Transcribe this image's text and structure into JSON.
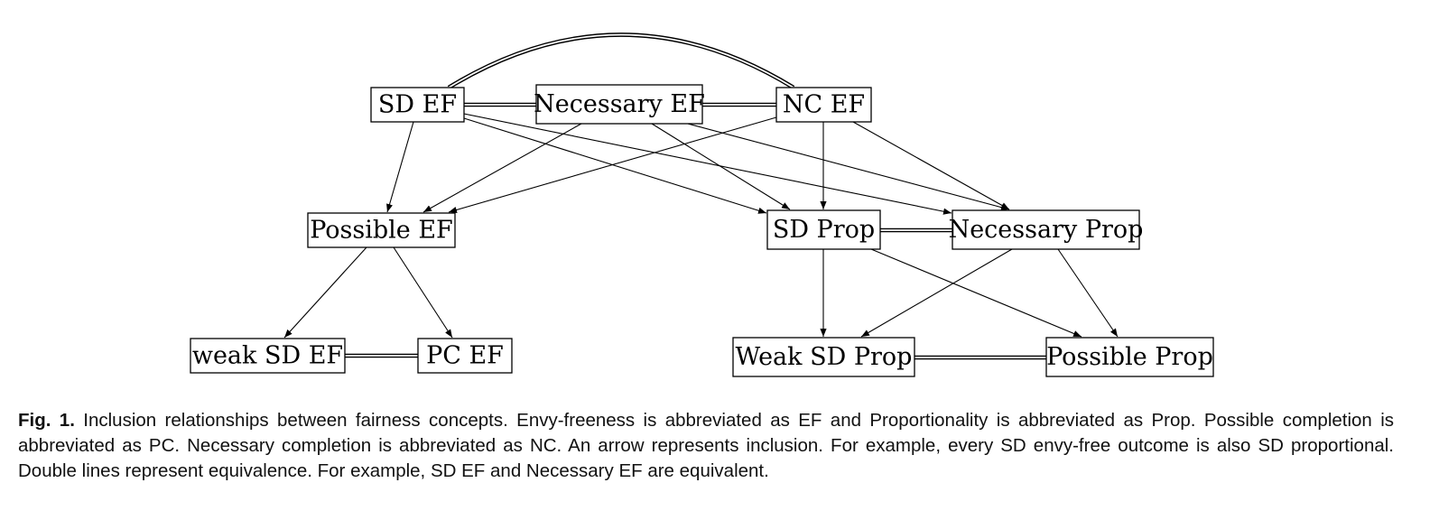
{
  "diagram": {
    "nodes": [
      {
        "id": "sd_ef",
        "label": "SD EF"
      },
      {
        "id": "nec_ef",
        "label": "Necessary EF"
      },
      {
        "id": "nc_ef",
        "label": "NC EF"
      },
      {
        "id": "pos_ef",
        "label": "Possible EF"
      },
      {
        "id": "sd_prop",
        "label": "SD Prop"
      },
      {
        "id": "nec_prop",
        "label": "Necessary Prop"
      },
      {
        "id": "weak_sd_ef",
        "label": "weak SD EF"
      },
      {
        "id": "pc_ef",
        "label": "PC EF"
      },
      {
        "id": "weak_sd_prop",
        "label": "Weak SD Prop"
      },
      {
        "id": "pos_prop",
        "label": "Possible Prop"
      }
    ],
    "arrows": [
      [
        "sd_ef",
        "pos_ef"
      ],
      [
        "sd_ef",
        "sd_prop"
      ],
      [
        "sd_ef",
        "nec_prop"
      ],
      [
        "nec_ef",
        "pos_ef"
      ],
      [
        "nec_ef",
        "sd_prop"
      ],
      [
        "nec_ef",
        "nec_prop"
      ],
      [
        "nc_ef",
        "pos_ef"
      ],
      [
        "nc_ef",
        "sd_prop"
      ],
      [
        "nc_ef",
        "nec_prop"
      ],
      [
        "pos_ef",
        "weak_sd_ef"
      ],
      [
        "pos_ef",
        "pc_ef"
      ],
      [
        "sd_prop",
        "weak_sd_prop"
      ],
      [
        "sd_prop",
        "pos_prop"
      ],
      [
        "nec_prop",
        "weak_sd_prop"
      ],
      [
        "nec_prop",
        "pos_prop"
      ]
    ],
    "equivalences": [
      [
        "sd_ef",
        "nec_ef"
      ],
      [
        "nec_ef",
        "nc_ef"
      ],
      [
        "sd_ef",
        "nc_ef"
      ],
      [
        "sd_prop",
        "nec_prop"
      ],
      [
        "weak_sd_ef",
        "pc_ef"
      ],
      [
        "weak_sd_prop",
        "pos_prop"
      ]
    ]
  },
  "caption": {
    "label": "Fig. 1.",
    "text": "Inclusion relationships between fairness concepts. Envy-freeness is abbreviated as EF and Proportionality is abbreviated as Prop. Possible completion is abbreviated as PC. Necessary completion is abbreviated as NC. An arrow represents inclusion. For example, every SD envy-free outcome is also SD proportional. Double lines represent equivalence. For example, SD EF and Necessary EF are equivalent."
  }
}
